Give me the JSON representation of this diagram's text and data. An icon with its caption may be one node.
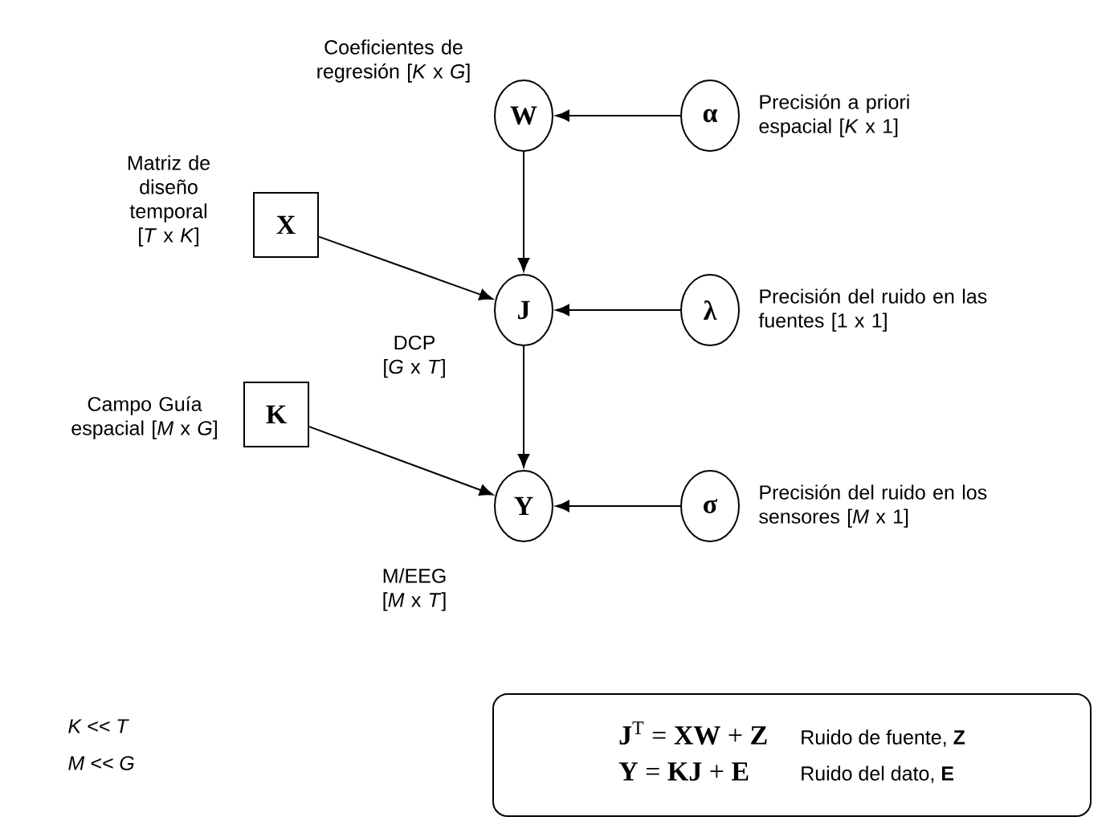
{
  "diagram": {
    "nodes": [
      {
        "text": [
          "W"
        ],
        "beside": [
          "Coeficientes de regresión [*K* x *G*]"
        ]
      },
      {
        "text": [
          "α"
        ],
        "beside": [
          "Precisión a priori espacial [*K* x 1]"
        ]
      },
      {
        "text": [
          "X"
        ],
        "beside": [
          "Matriz de diseño temporal [*T* x *K*]"
        ]
      },
      {
        "text": [
          "J"
        ],
        "beside": [
          "DCP [*G* x *T*]"
        ]
      },
      {
        "text": [
          "λ"
        ],
        "beside": [
          "Precisión del ruido en las fuentes [1 x 1]"
        ]
      },
      {
        "text": [
          "K"
        ],
        "beside": [
          "Campo Guía espacial [*M* x *G*]"
        ]
      },
      {
        "text": [
          "Y"
        ],
        "beside": [
          "M/EEG [*M* x *T*]"
        ]
      },
      {
        "text": [
          "σ"
        ],
        "beside": [
          "Precisión del ruido en los sensores [*M* x 1]"
        ]
      },
      {
        "text": [
          "**J**$^{T}$ = **XW** + **Z**",
          "Ruido de fuente, **Z**",
          "**Y** = **KJ** + **E**",
          "Ruido del dato, **E**"
        ]
      }
    ],
    "edges": [
      {
        "from": 1,
        "to": 0,
        "arrow": "to"
      },
      {
        "from": 0,
        "to": 3,
        "arrow": "to"
      },
      {
        "from": 2,
        "to": 3,
        "arrow": "to"
      },
      {
        "from": 4,
        "to": 3,
        "arrow": "to"
      },
      {
        "from": 3,
        "to": 6,
        "arrow": "to"
      },
      {
        "from": 5,
        "to": 6,
        "arrow": "to"
      },
      {
        "from": 7,
        "to": 6,
        "arrow": "to"
      }
    ],
    "labels": [
      "K << T",
      "M << G"
    ]
  }
}
